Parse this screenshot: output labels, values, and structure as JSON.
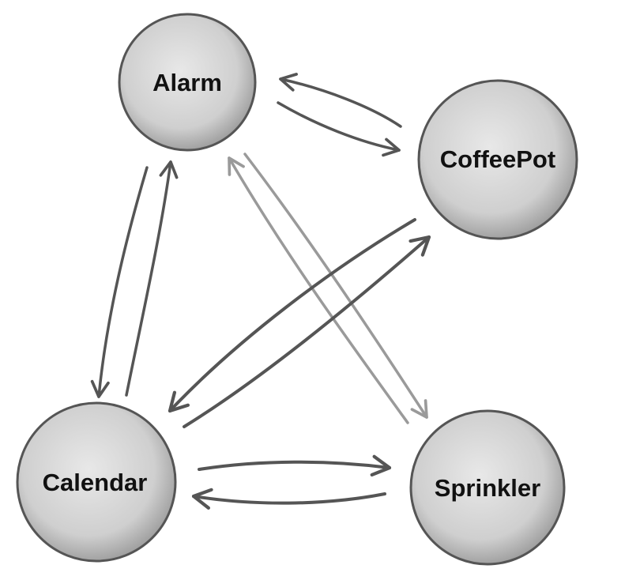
{
  "diagram": {
    "nodes": [
      {
        "id": "alarm",
        "label": "Alarm"
      },
      {
        "id": "coffeepot",
        "label": "CoffeePot"
      },
      {
        "id": "calendar",
        "label": "Calendar"
      },
      {
        "id": "sprinkler",
        "label": "Sprinkler"
      }
    ],
    "edges": [
      {
        "from": "coffeepot",
        "to": "alarm"
      },
      {
        "from": "alarm",
        "to": "coffeepot"
      },
      {
        "from": "alarm",
        "to": "calendar"
      },
      {
        "from": "calendar",
        "to": "alarm"
      },
      {
        "from": "alarm",
        "to": "sprinkler"
      },
      {
        "from": "sprinkler",
        "to": "alarm"
      },
      {
        "from": "coffeepot",
        "to": "calendar"
      },
      {
        "from": "calendar",
        "to": "coffeepot"
      },
      {
        "from": "calendar",
        "to": "sprinkler"
      },
      {
        "from": "sprinkler",
        "to": "calendar"
      }
    ],
    "colors": {
      "node_fill_center": "#e6e6e6",
      "node_fill_edge": "#a8a8a8",
      "node_outline": "#555555",
      "arrow_dark": "#555555",
      "arrow_light": "#9a9a9a",
      "label": "#111111"
    }
  }
}
